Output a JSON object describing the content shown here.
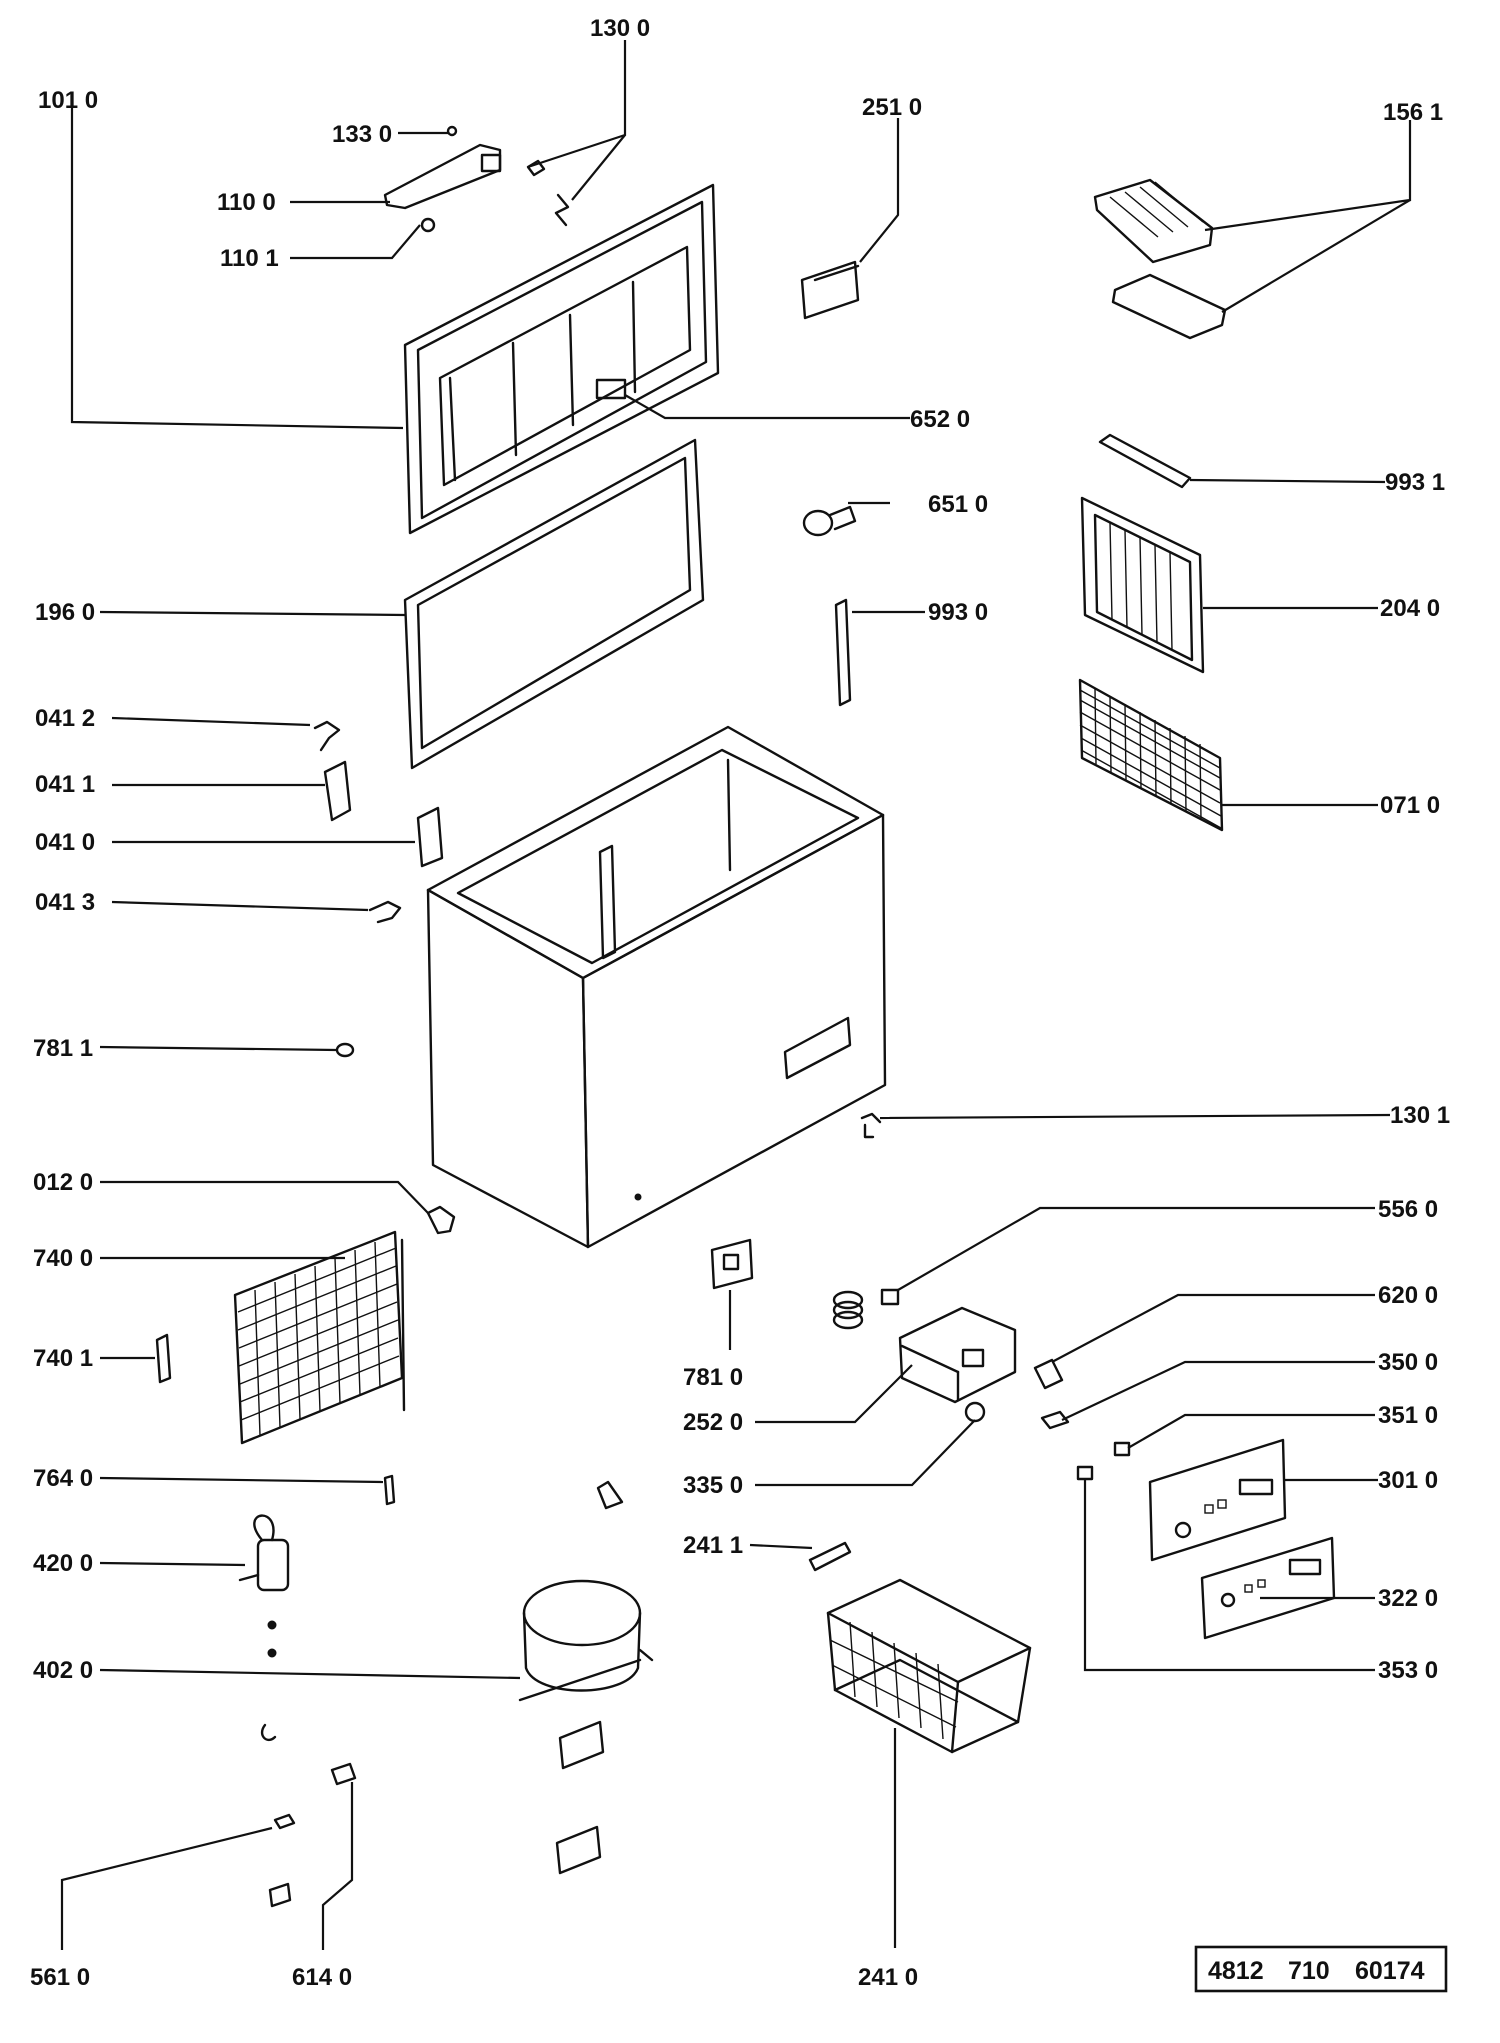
{
  "labels": {
    "l1010": "101 0",
    "l1300": "130 0",
    "l1330": "133 0",
    "l1100": "110 0",
    "l1101": "110 1",
    "l2510": "251 0",
    "l1561": "156 1",
    "l6520": "652 0",
    "l6510": "651 0",
    "l9931": "993 1",
    "l1960": "196 0",
    "l9930": "993 0",
    "l2040": "204 0",
    "l0412": "041 2",
    "l0411": "041 1",
    "l0410": "041 0",
    "l0710": "071 0",
    "l0413": "041 3",
    "l7811": "781 1",
    "l1301": "130 1",
    "l0120": "012 0",
    "l5560": "556 0",
    "l7400": "740 0",
    "l6200": "620 0",
    "l7401": "740 1",
    "l7810": "781 0",
    "l3500": "350 0",
    "l2520": "252 0",
    "l3510": "351 0",
    "l7640": "764 0",
    "l3350": "335 0",
    "l3010": "301 0",
    "l4200": "420 0",
    "l2411": "241 1",
    "l3220": "322 0",
    "l4020": "402 0",
    "l3530": "353 0",
    "l5610": "561 0",
    "l6140": "614 0",
    "l2410": "241 0"
  },
  "reference": {
    "a": "4812",
    "b": "710",
    "c": "60174"
  }
}
